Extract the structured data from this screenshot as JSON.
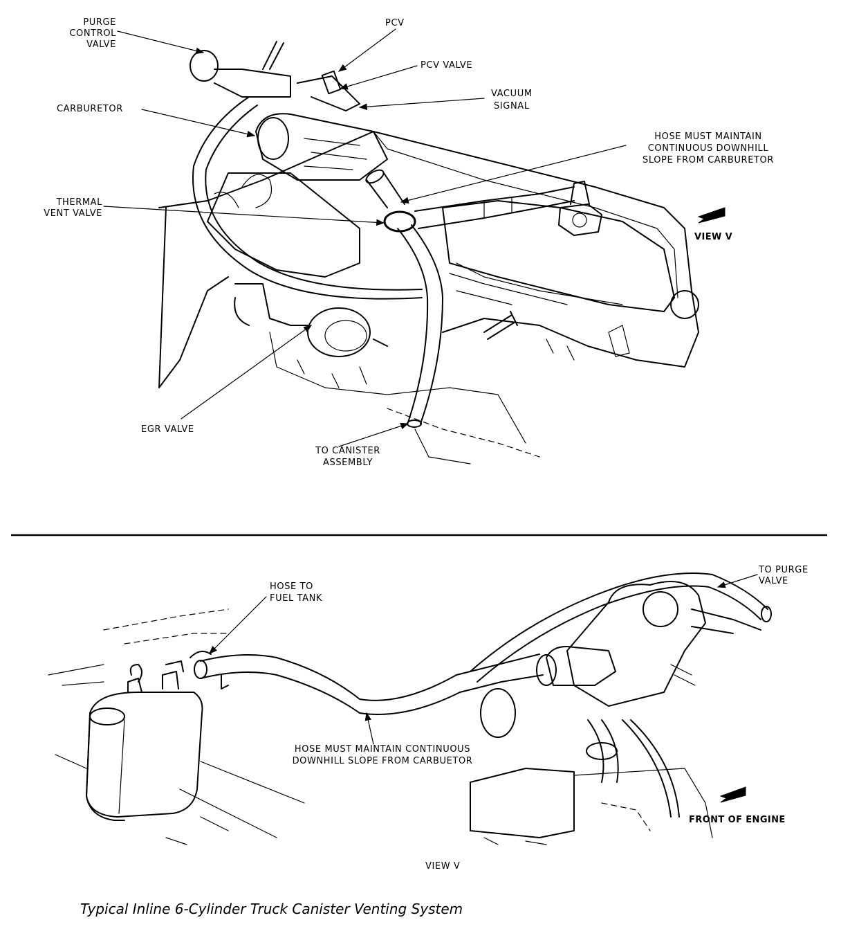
{
  "top_view": {
    "labels": {
      "purge_control_valve": [
        "PURGE",
        "CONTROL",
        "VALVE"
      ],
      "pcv": "PCV",
      "pcv_valve": "PCV VALVE",
      "vacuum_signal": [
        "VACUUM",
        "SIGNAL"
      ],
      "carburetor": "CARBURETOR",
      "hose_slope": [
        "HOSE MUST MAINTAIN",
        "CONTINUOUS DOWNHILL",
        "SLOPE FROM CARBURETOR"
      ],
      "thermal_vent_valve": [
        "THERMAL",
        "VENT VALVE"
      ],
      "view_v": "VIEW V",
      "egr_valve": "EGR VALVE",
      "to_canister": [
        "TO CANISTER",
        "ASSEMBLY"
      ]
    }
  },
  "bottom_view": {
    "labels": {
      "hose_to_fuel_tank": [
        "HOSE TO",
        "FUEL TANK"
      ],
      "to_purge_valve": [
        "TO PURGE",
        "VALVE"
      ],
      "hose_slope": [
        "HOSE MUST MAINTAIN CONTINUOUS",
        "DOWNHILL SLOPE FROM CARBUETOR"
      ],
      "front_of_engine": "FRONT OF ENGINE",
      "view_v": "VIEW V"
    }
  },
  "caption": "Typical Inline 6-Cylinder Truck Canister Venting System"
}
